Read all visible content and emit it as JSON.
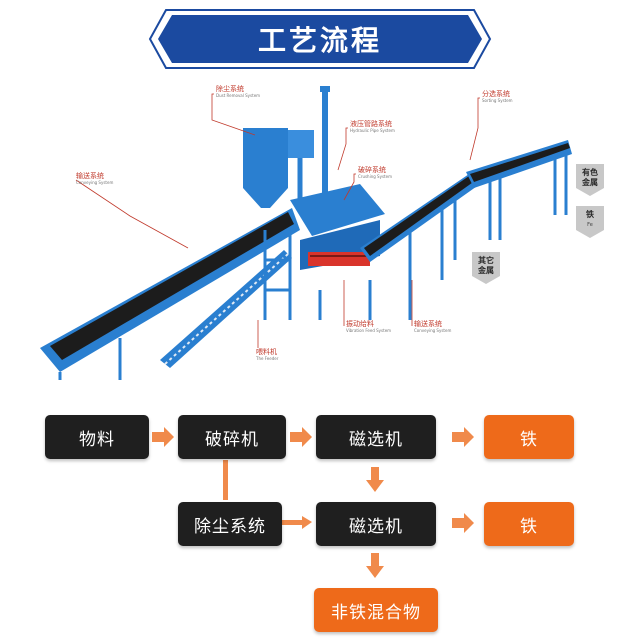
{
  "title": "工艺流程",
  "colors": {
    "banner_blue": "#1b4aa0",
    "box_dark": "#1f1f1f",
    "box_orange": "#ee6a1a",
    "arrow_orange": "#f08a4b",
    "machine_blue": "#2a7fd0"
  },
  "machine": {
    "callouts": {
      "dust": {
        "cn": "除尘系统",
        "en": "Dust Removal System"
      },
      "hydraulic": {
        "cn": "液压管路系统",
        "en": "Hydraulic Pipe System"
      },
      "crusher": {
        "cn": "破碎系统",
        "en": "Crushing System"
      },
      "sorting": {
        "cn": "分选系统",
        "en": "Sorting System"
      },
      "conveyor_left": {
        "cn": "输送系统",
        "en": "Conveying System"
      },
      "conveyor_right": {
        "cn": "输送系统",
        "en": "Conveying System"
      },
      "vibrating": {
        "cn": "振动给料",
        "en": "Vibration Feed System"
      },
      "feeder": {
        "cn": "喂料机",
        "en": "The Feeder"
      }
    },
    "tags": {
      "nonferrous": {
        "line1": "有色",
        "line2": "金属"
      },
      "iron": {
        "line1": "铁",
        "en": "Fe"
      },
      "other": {
        "line1": "其它",
        "line2": "金属"
      }
    }
  },
  "flow": {
    "row1": {
      "material": "物料",
      "crusher": "破碎机",
      "magnet": "磁选机",
      "iron": "铁"
    },
    "row2": {
      "dust": "除尘系统",
      "magnet": "磁选机",
      "iron": "铁"
    },
    "row3": {
      "mixture": "非铁混合物"
    }
  }
}
